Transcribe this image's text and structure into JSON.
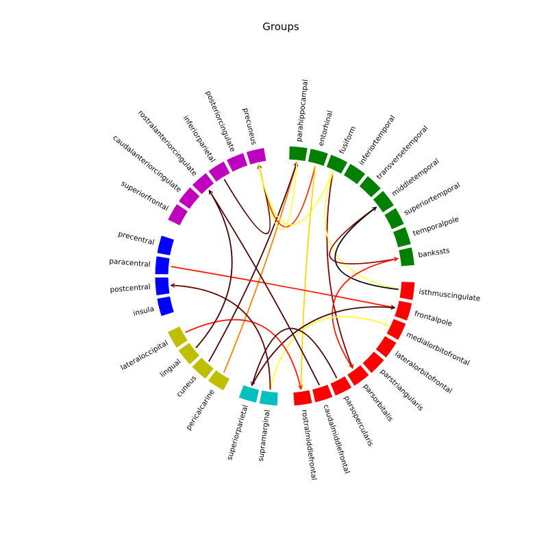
{
  "title": "Groups",
  "groups": [
    {
      "color": "#008000",
      "labels": [
        "parahippocampal",
        "entorhinal",
        "fusiform",
        "inferiortemporal",
        "transversetemporal",
        "middletemporal",
        "superiortemporal",
        "temporalpole",
        "bankssts"
      ]
    },
    {
      "color": "#ff0000",
      "labels": [
        "isthmuscingulate",
        "frontalpole",
        "medialorbitofrontal",
        "lateralorbitofrontal",
        "parstriangularis",
        "parsorbitalis",
        "parsopercularis",
        "caudalmiddlefrontal",
        "rostralmiddlefrontal"
      ]
    },
    {
      "color": "#00bfbf",
      "labels": [
        "supramarginal",
        "superiorparietal"
      ]
    },
    {
      "color": "#bfbf00",
      "labels": [
        "pericalcarine",
        "cuneus",
        "lingual",
        "lateraloccipital"
      ]
    },
    {
      "color": "#0000ff",
      "labels": [
        "insula",
        "postcentral",
        "paracentral",
        "precentral"
      ]
    },
    {
      "color": "#bf00bf",
      "labels": [
        "superiorfrontal",
        "caudalanteriorcingulate",
        "rostralanteriorcingulate",
        "inferiorparietal",
        "posteriorcingulate",
        "precuneus"
      ]
    }
  ],
  "connections": [
    {
      "from": "pericalcarine",
      "to": "parahippocampal",
      "color": "#ff7f00"
    },
    {
      "from": "cuneus",
      "to": "parahippocampal",
      "color": "#4d0000"
    },
    {
      "from": "entorhinal",
      "to": "precuneus",
      "color": "#ff2a00"
    },
    {
      "from": "parahippocampal",
      "to": "precuneus",
      "color": "#ffff33"
    },
    {
      "from": "inferiorparietal",
      "to": "precuneus",
      "color": "#660000"
    },
    {
      "from": "precuneus",
      "to": "fusiform",
      "color": "#ffff33"
    },
    {
      "from": "entorhinal",
      "to": "rostralmiddlefrontal",
      "color": "#ffd700"
    },
    {
      "from": "fusiform",
      "to": "parsorbitalis",
      "color": "#800000"
    },
    {
      "from": "isthmuscingulate",
      "to": "fusiform",
      "color": "#ffff55"
    },
    {
      "from": "middletemporal",
      "to": "bankssts",
      "color": "#990000"
    },
    {
      "from": "isthmuscingulate",
      "to": "middletemporal",
      "color": "#000000"
    },
    {
      "from": "parsorbitalis",
      "to": "bankssts",
      "color": "#ff1a00"
    },
    {
      "from": "paracentral",
      "to": "frontalpole",
      "color": "#ff1a00"
    },
    {
      "from": "superiorparietal",
      "to": "frontalpole",
      "color": "#4d0000"
    },
    {
      "from": "supramarginal",
      "to": "medialorbitofrontal",
      "color": "#ffff33"
    },
    {
      "from": "lateraloccipital",
      "to": "rostralmiddlefrontal",
      "color": "#ff1a00"
    },
    {
      "from": "parsopercularis",
      "to": "superiorparietal",
      "color": "#4d0000"
    },
    {
      "from": "supramarginal",
      "to": "postcentral",
      "color": "#660000"
    },
    {
      "from": "lingual",
      "to": "rostralanteriorcingulate",
      "color": "#4d0000"
    },
    {
      "from": "caudalmiddlefrontal",
      "to": "rostralanteriorcingulate",
      "color": "#4d0000"
    }
  ]
}
